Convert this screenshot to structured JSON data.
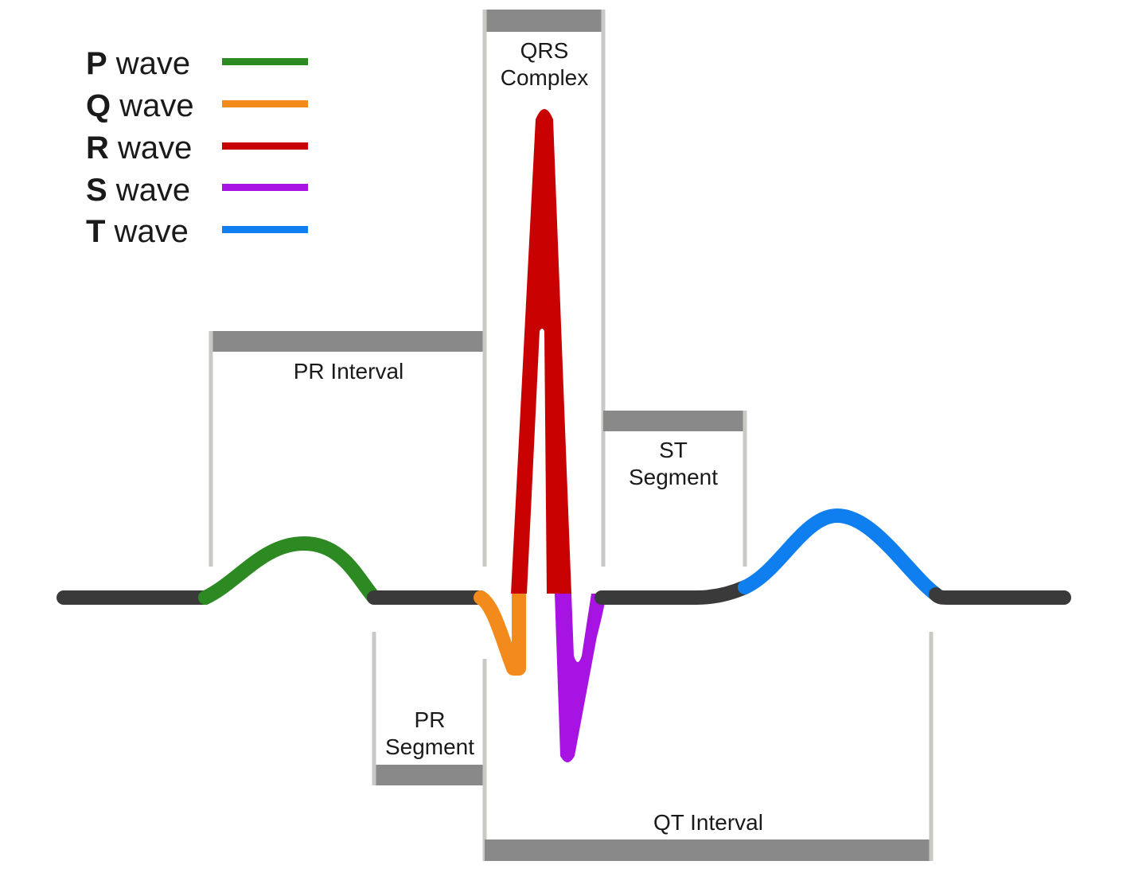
{
  "legend": [
    {
      "letter": "P",
      "word": " wave",
      "color": "#2d8a22"
    },
    {
      "letter": "Q",
      "word": " wave",
      "color": "#f28a1c"
    },
    {
      "letter": "R",
      "word": " wave",
      "color": "#c90000"
    },
    {
      "letter": "S",
      "word": " wave",
      "color": "#a713e3"
    },
    {
      "letter": "T",
      "word": " wave",
      "color": "#0f7ff0"
    }
  ],
  "labels": {
    "qrs_line1": "QRS",
    "qrs_line2": "Complex",
    "pr_interval": "PR Interval",
    "st_line1": "ST",
    "st_line2": "Segment",
    "pr_segment_line1": "PR",
    "pr_segment_line2": "Segment",
    "qt_interval": "QT Interval"
  },
  "colors": {
    "baseline": "#3a3a3a",
    "bracket_bar": "#898989",
    "bracket_line": "#c8c8c4"
  }
}
